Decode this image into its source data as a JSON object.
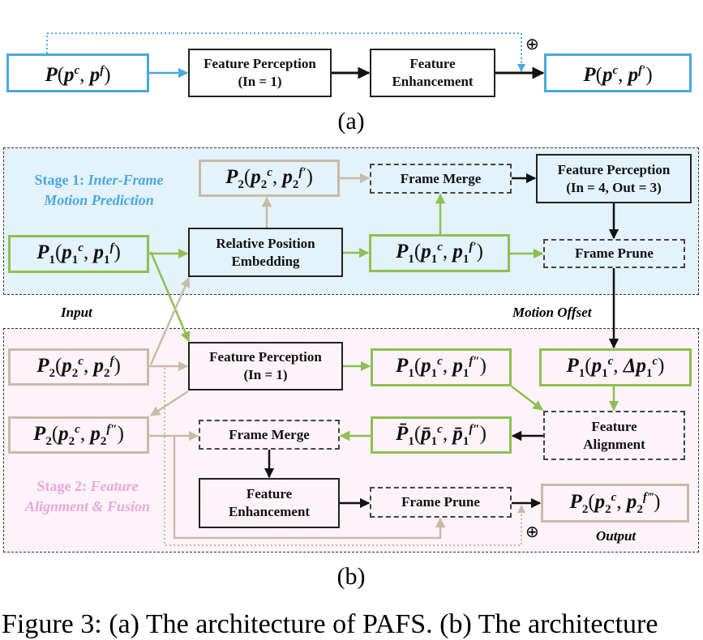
{
  "colors": {
    "blue": "#4aa8e0",
    "green": "#8cc152",
    "tan": "#c9bba5",
    "stage1_bg": "#e3f2fb",
    "stage2_bg": "#fdf3f8",
    "stage2_label": "#e9a6dc"
  },
  "part_a": {
    "input": {
      "sym": "P",
      "a": {
        "base": "p",
        "sup": "c"
      },
      "b": {
        "base": "p",
        "sup": "f"
      }
    },
    "feature_perception": [
      "Feature Perception",
      "(In = 1)"
    ],
    "feature_enhancement": [
      "Feature",
      "Enhancement"
    ],
    "output": {
      "sym": "P",
      "a": {
        "base": "p",
        "sup": "c"
      },
      "b": {
        "base": "p",
        "sup": "f′"
      }
    },
    "oplus": "⊕",
    "caption": "(a)"
  },
  "part_b": {
    "stage1_label": [
      "Stage 1: ",
      "Inter-Frame",
      "Motion Prediction"
    ],
    "stage2_label": [
      "Stage 2: ",
      "Feature",
      "Alignment & Fusion"
    ],
    "input_label": "Input",
    "motion_offset_label": "Motion Offset",
    "output_label": "Output",
    "oplus": "⊕",
    "caption": "(b)",
    "s1_p2": {
      "sym": "P",
      "sub": "2",
      "a": {
        "base": "p",
        "sub": "2",
        "sup": "c"
      },
      "b": {
        "base": "p",
        "sub": "2",
        "sup": "f′"
      }
    },
    "s1_frame_merge": "Frame Merge",
    "s1_feature_perception": [
      "Feature Perception",
      "(In = 4, Out = 3)"
    ],
    "s1_p1_in": {
      "sym": "P",
      "sub": "1",
      "a": {
        "base": "p",
        "sub": "1",
        "sup": "c"
      },
      "b": {
        "base": "p",
        "sub": "1",
        "sup": "f"
      }
    },
    "s1_rpe": [
      "Relative Position",
      "Embedding"
    ],
    "s1_p1_out": {
      "sym": "P",
      "sub": "1",
      "a": {
        "base": "p",
        "sub": "1",
        "sup": "c"
      },
      "b": {
        "base": "p",
        "sub": "1",
        "sup": "f′"
      }
    },
    "s1_frame_prune": "Frame Prune",
    "s2_p2_in": {
      "sym": "P",
      "sub": "2",
      "a": {
        "base": "p",
        "sub": "2",
        "sup": "c"
      },
      "b": {
        "base": "p",
        "sub": "2",
        "sup": "f"
      }
    },
    "s2_feature_perception": [
      "Feature Perception",
      "(In = 1)"
    ],
    "s2_p1_fpp": {
      "sym": "P",
      "sub": "1",
      "a": {
        "base": "p",
        "sub": "1",
        "sup": "c"
      },
      "b": {
        "base": "p",
        "sub": "1",
        "sup": "f″"
      }
    },
    "s2_p1_delta": {
      "sym": "P",
      "sub": "1",
      "a": {
        "base": "p",
        "sub": "1",
        "sup": "c"
      },
      "b": {
        "base": "Δp",
        "sub": "1",
        "sup": "c"
      }
    },
    "s2_p2_fpp": {
      "sym": "P",
      "sub": "2",
      "a": {
        "base": "p",
        "sub": "2",
        "sup": "c"
      },
      "b": {
        "base": "p",
        "sub": "2",
        "sup": "f″"
      }
    },
    "s2_frame_merge": "Frame Merge",
    "s2_p1_bar": {
      "sym": "P̄",
      "sub": "1",
      "a": {
        "base": "p̄",
        "sub": "1",
        "sup": "c"
      },
      "b": {
        "base": "p̄",
        "sub": "1",
        "sup": "f″"
      }
    },
    "s2_feature_alignment": [
      "Feature",
      "Alignment"
    ],
    "s2_feature_enhancement": [
      "Feature",
      "Enhancement"
    ],
    "s2_frame_prune": "Frame Prune",
    "s2_output": {
      "sym": "P",
      "sub": "2",
      "a": {
        "base": "p",
        "sub": "2",
        "sup": "c"
      },
      "b": {
        "base": "p",
        "sub": "2",
        "sup": "f‴"
      }
    }
  },
  "figure_caption": "Figure 3: (a) The architecture of PAFS. (b) The architecture"
}
